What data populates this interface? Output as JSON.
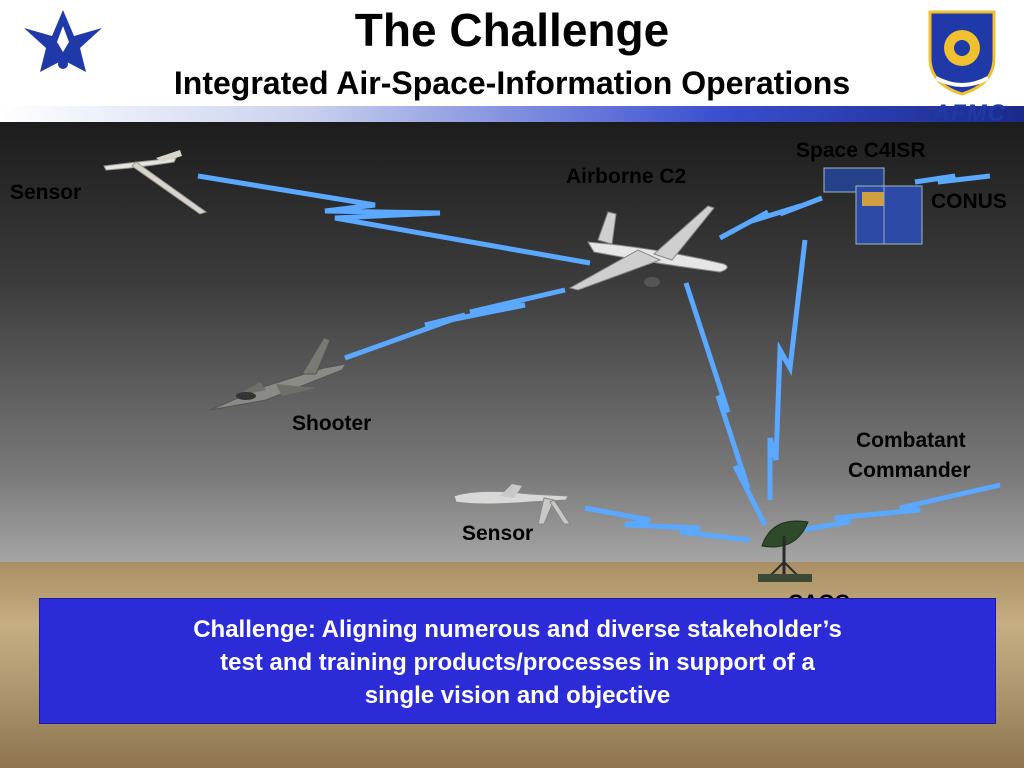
{
  "title": "The Challenge",
  "subtitle": "Integrated Air-Space-Information Operations",
  "logo_text": "AFMC",
  "labels": {
    "sensor_top": "Sensor",
    "airborne_c2": "Airborne C2",
    "space_c4isr": "Space C4ISR",
    "conus": "CONUS",
    "shooter": "Shooter",
    "combatant_commander_line1": "Combatant",
    "combatant_commander_line2": "Commander",
    "sensor_bottom": "Sensor",
    "caoc": "CAOC"
  },
  "challenge": {
    "line1": "Challenge:  Aligning numerous and diverse stakeholder’s",
    "line2": "test and training products/processes in support of a",
    "line3": "single vision and objective"
  },
  "colors": {
    "link": "#5aa8ff",
    "challenge_box": "#2b2bd8",
    "header_band": "#1f3aa8"
  }
}
